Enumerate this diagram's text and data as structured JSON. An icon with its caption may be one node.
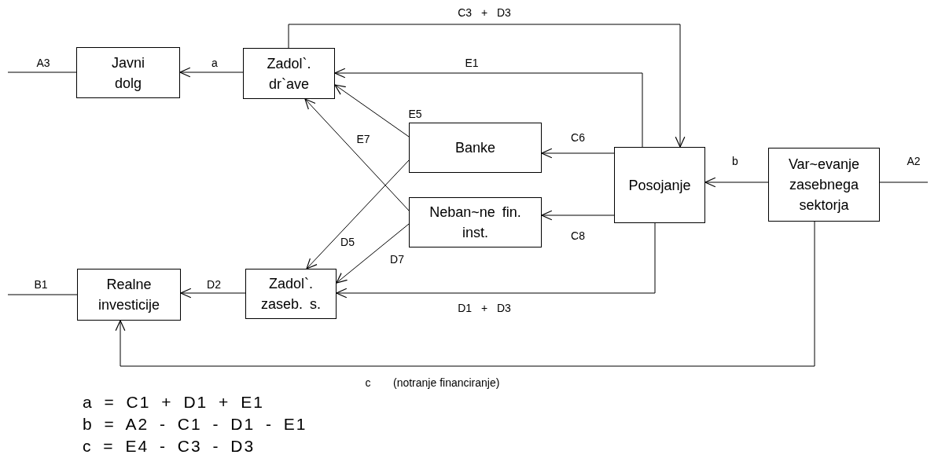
{
  "diagram": {
    "nodes": [
      {
        "text": [
          "Javni dolg"
        ]
      },
      {
        "text": [
          "Zadol`. dr`ave"
        ]
      },
      {
        "text": [
          "Banke"
        ]
      },
      {
        "text": [
          "Neban~ne fin. inst."
        ]
      },
      {
        "text": [
          "Posojanje"
        ]
      },
      {
        "text": [
          "Var~evanje zasebnega sektorja"
        ]
      },
      {
        "text": [
          "Realne investicije"
        ]
      },
      {
        "text": [
          "Zadol`. zaseb. s."
        ]
      }
    ],
    "edges": [
      {
        "from": 0,
        "to": null,
        "arrow": "none",
        "label": "A3"
      },
      {
        "from": 1,
        "to": 0,
        "arrow": "to",
        "label": "a"
      },
      {
        "from": 1,
        "to": 4,
        "arrow": "to",
        "label": "C3 + D3"
      },
      {
        "from": 4,
        "to": 1,
        "arrow": "to",
        "label": "E1"
      },
      {
        "from": 2,
        "to": 1,
        "arrow": "to",
        "label": "E5"
      },
      {
        "from": 3,
        "to": 1,
        "arrow": "to",
        "label": "E7"
      },
      {
        "from": 4,
        "to": 2,
        "arrow": "to",
        "label": "C6"
      },
      {
        "from": 4,
        "to": 3,
        "arrow": "to",
        "label": "C8"
      },
      {
        "from": 2,
        "to": 7,
        "arrow": "to",
        "label": "D5"
      },
      {
        "from": 3,
        "to": 7,
        "arrow": "to",
        "label": "D7"
      },
      {
        "from": 4,
        "to": 7,
        "arrow": "to",
        "label": "D1 + D3"
      },
      {
        "from": 7,
        "to": 6,
        "arrow": "to",
        "label": "D2"
      },
      {
        "from": 6,
        "to": null,
        "arrow": "none",
        "label": "B1"
      },
      {
        "from": 5,
        "to": 4,
        "arrow": "to",
        "label": "b"
      },
      {
        "from": 5,
        "to": null,
        "arrow": "none",
        "label": "A2"
      },
      {
        "from": 5,
        "to": 6,
        "arrow": "to",
        "label": "c"
      }
    ],
    "labels": [
      "(notranje financiranje)",
      "a = C1 + D1 + E1",
      "b = A2 - C1 - D1 - E1",
      "c = E4 - C3 - D3"
    ]
  }
}
